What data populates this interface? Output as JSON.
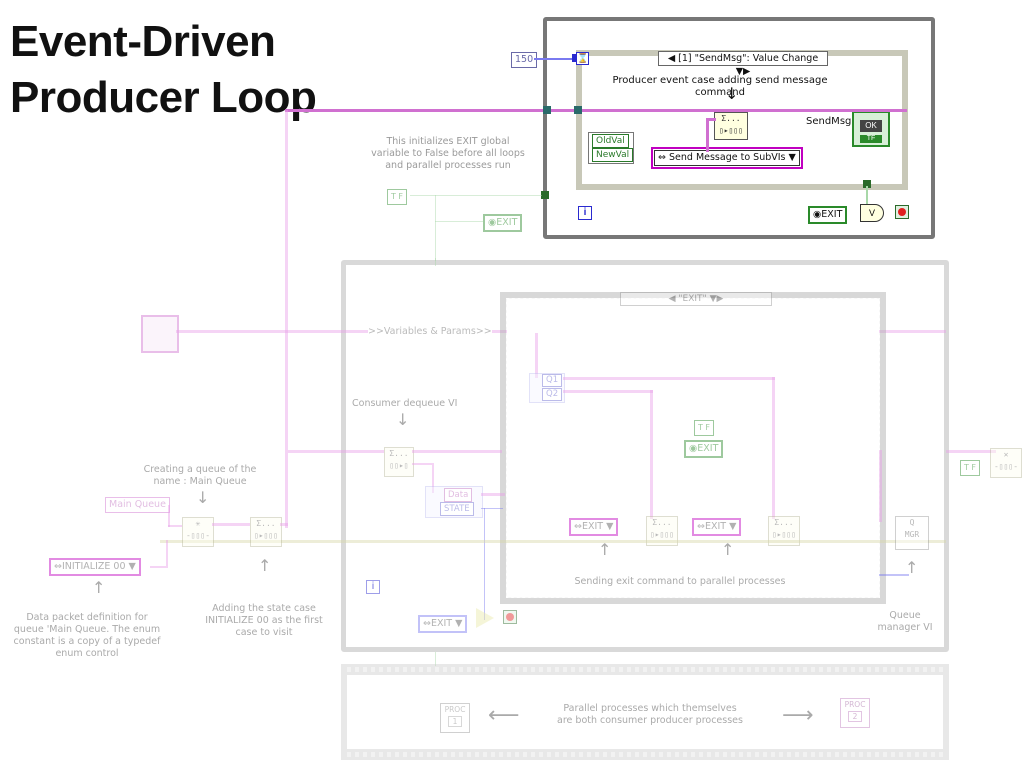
{
  "title": {
    "line1": "Event-Driven",
    "line2": "Producer Loop"
  },
  "event_loop": {
    "timeout_constant": "150",
    "event_case_selector": "[1] \"SendMsg\": Value Change",
    "case_note": "Producer event case adding send message command",
    "old_val": "OldVal",
    "new_val": "NewVal",
    "enum_value": "Send Message to SubVIs",
    "control_label": "SendMsg",
    "button_text": "OK",
    "button_state": "TF",
    "exit_global": "EXIT",
    "or_label": "V",
    "info_icon": "i"
  },
  "init_note": "This initializes EXIT global variable to False before all loops and parallel processes run",
  "init_bool": "T F",
  "init_exit_global": "EXIT",
  "consumer_loop": {
    "shift_label": ">>Variables & Params>>",
    "case_selector": "\"EXIT\"",
    "cluster_q1": "Q1",
    "cluster_q2": "Q2",
    "inner_bool": "T F",
    "inner_exit": "EXIT",
    "dequeue_note": "Consumer dequeue VI",
    "unbundle_data": "Data",
    "unbundle_state": "STATE",
    "exit_enum_1": "EXIT",
    "exit_enum_2": "EXIT",
    "sending_note": "Sending exit command to parallel processes",
    "qmgr_top": "Q",
    "qmgr_bottom": "MGR",
    "qmgr_note": "Queue manager VI",
    "exit_compare": "EXIT",
    "info_icon": "i",
    "output_bool": "T F"
  },
  "queue_creation": {
    "note": "Creating a queue of the name : Main Queue",
    "queue_name": "Main Queue",
    "initial_state": "INITIALIZE 00",
    "data_packet_note": "Data packet definition for queue 'Main Queue. The enum constant is a copy of a typedef enum control",
    "adding_note": "Adding the state case INITIALIZE 00 as the first case to visit"
  },
  "parallel": {
    "note": "Parallel processes which themselves are both consumer producer processes",
    "proc1_label": "PROC",
    "proc1_num": "1",
    "proc2_label": "PROC",
    "proc2_num": "2"
  },
  "colors": {
    "pink_wire": "#e8a0e8",
    "olive_wire": "#d8d8a8",
    "green_wire": "#a8d8a8",
    "enum_border": "#c000c0"
  }
}
